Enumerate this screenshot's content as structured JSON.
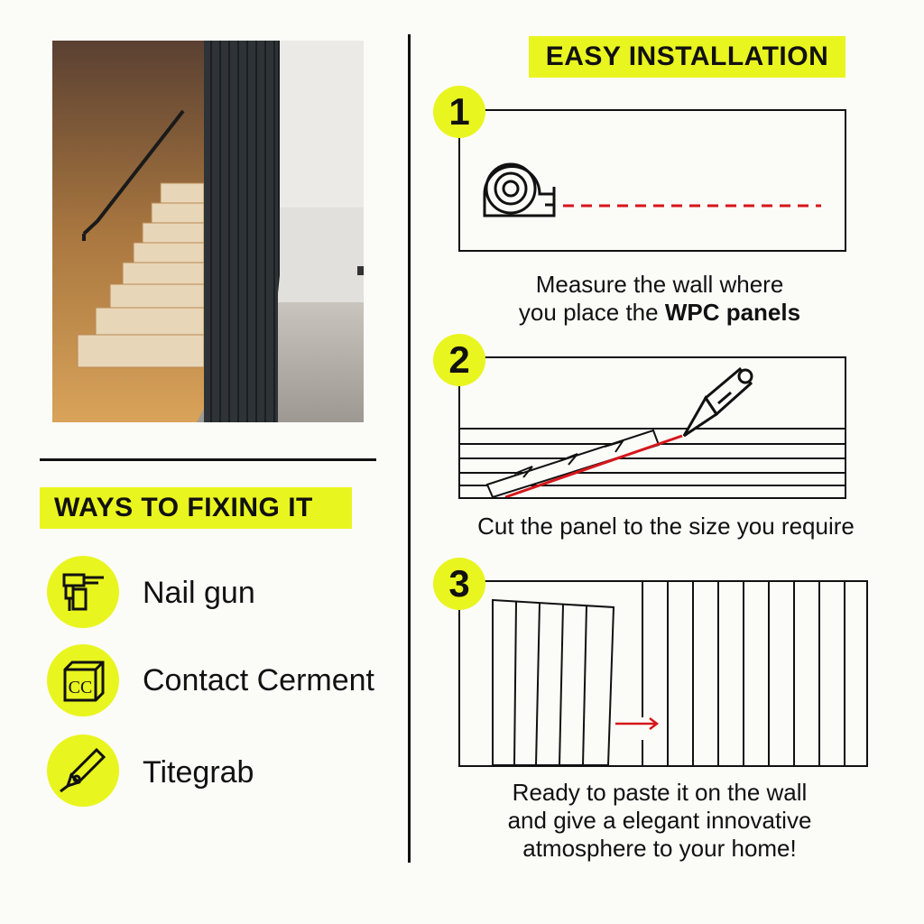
{
  "left": {
    "photo_alt": "",
    "ways_title": "WAYS TO FIXING IT",
    "methods": [
      {
        "icon": "nail-gun-icon",
        "label": "Nail gun"
      },
      {
        "icon": "contact-cement-icon",
        "icon_text": "CC",
        "label": "Contact Cerment"
      },
      {
        "icon": "adhesive-tube-icon",
        "label": "Titegrab"
      }
    ]
  },
  "right": {
    "title": "EASY INSTALLATION",
    "steps": [
      {
        "number": "1",
        "caption_line1": "Measure the wall where",
        "caption_line2_pre": "you place the ",
        "caption_line2_bold": "WPC panels"
      },
      {
        "number": "2",
        "caption": "Cut the panel to the size you require"
      },
      {
        "number": "3",
        "caption_line1": "Ready to paste it on the wall",
        "caption_line2": "and give a elegant innovative",
        "caption_line3": "atmosphere to your home!"
      }
    ]
  },
  "colors": {
    "accent": "#e9f51f",
    "ink": "#111111",
    "cut_line": "#d6161b"
  }
}
